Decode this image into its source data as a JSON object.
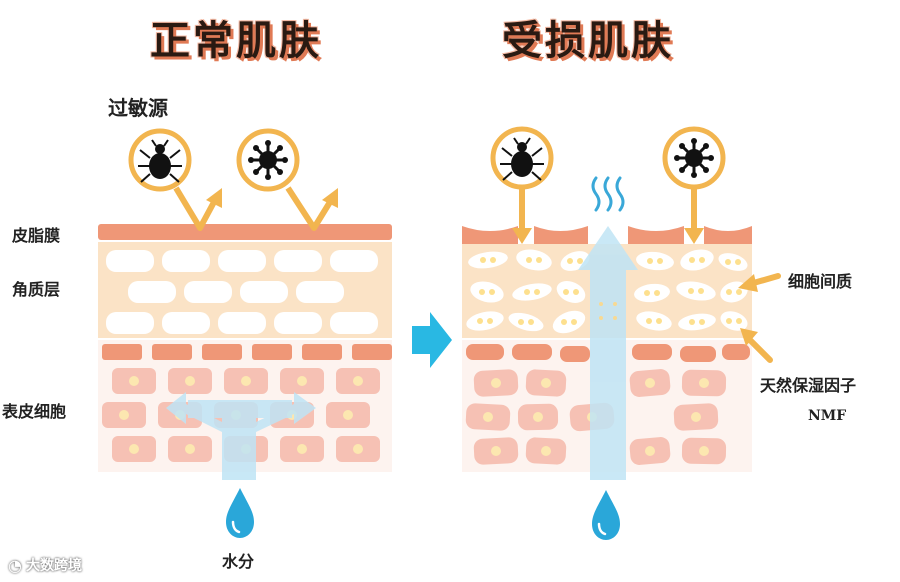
{
  "titles": {
    "normal": "正常肌肤",
    "damaged": "受损肌肤"
  },
  "labels": {
    "allergen": "过敏源",
    "sebum_film": "皮脂膜",
    "stratum_corneum": "角质层",
    "epidermal_cells": "表皮细胞",
    "intercellular": "细胞间质",
    "nmf_cn": "天然保湿因子",
    "nmf_en": "NMF",
    "water": "水分"
  },
  "watermark": {
    "text": "大数跨境"
  },
  "icons": [
    "mite-icon",
    "virus-icon",
    "water-drop-icon",
    "steam-icon",
    "arrow-right-icon"
  ],
  "colors": {
    "sebum": "#ef9777",
    "corneum_bg": "#fbe3c6",
    "corneum_cell": "#ffffff",
    "epidermis_cell": "#f6c1b4",
    "cell_nucleus": "#fce7b0",
    "nmf_dot": "#fde08e",
    "moisture_arrow": "#bfe4f5",
    "gold": "#f2b54f",
    "drop": "#2aa7d9",
    "arrow_cyan": "#29b8e3"
  }
}
